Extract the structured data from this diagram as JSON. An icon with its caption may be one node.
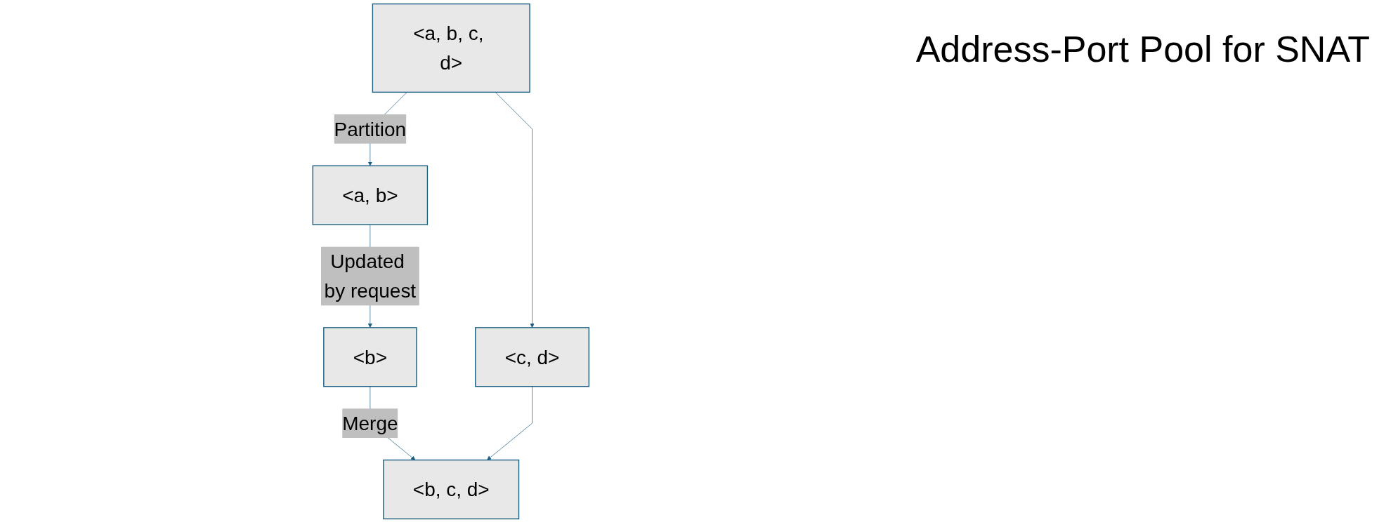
{
  "diagram": {
    "title": "Address-Port Pool for SNAT",
    "nodes": [
      {
        "text": [
          "<a, b, c, d>"
        ]
      },
      {
        "text": [
          "<a, b>"
        ]
      },
      {
        "text": [
          "<c, d>"
        ]
      },
      {
        "text": [
          "<b>"
        ]
      },
      {
        "text": [
          "<b, c, d>"
        ]
      }
    ],
    "edges": [
      {
        "from": 0,
        "to": 1,
        "arrow": "to",
        "label": "Partition"
      },
      {
        "from": 0,
        "to": 2,
        "arrow": "to"
      },
      {
        "from": 1,
        "to": 3,
        "arrow": "to",
        "label": "Updated by request"
      },
      {
        "from": 3,
        "to": 4,
        "arrow": "to",
        "label": "Merge"
      },
      {
        "from": 2,
        "to": 4,
        "arrow": "to"
      }
    ]
  }
}
